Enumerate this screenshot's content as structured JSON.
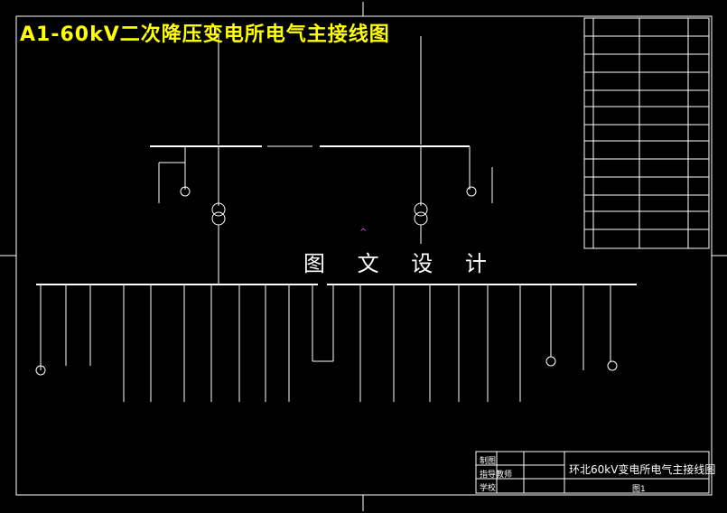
{
  "title": "A1-60kV二次降压变电所电气主接线图",
  "watermark": "图 文 设 计",
  "title_block": {
    "drawing_name": "环北60kV变电所电气主接线图",
    "row1_label": "制图",
    "row2_label": "指导教师",
    "row3_label": "学校",
    "sheet_label": "图1"
  },
  "colors": {
    "background": "#000000",
    "lines": "#ffffff",
    "title": "#ffff00",
    "marker": "#ff44ff"
  }
}
